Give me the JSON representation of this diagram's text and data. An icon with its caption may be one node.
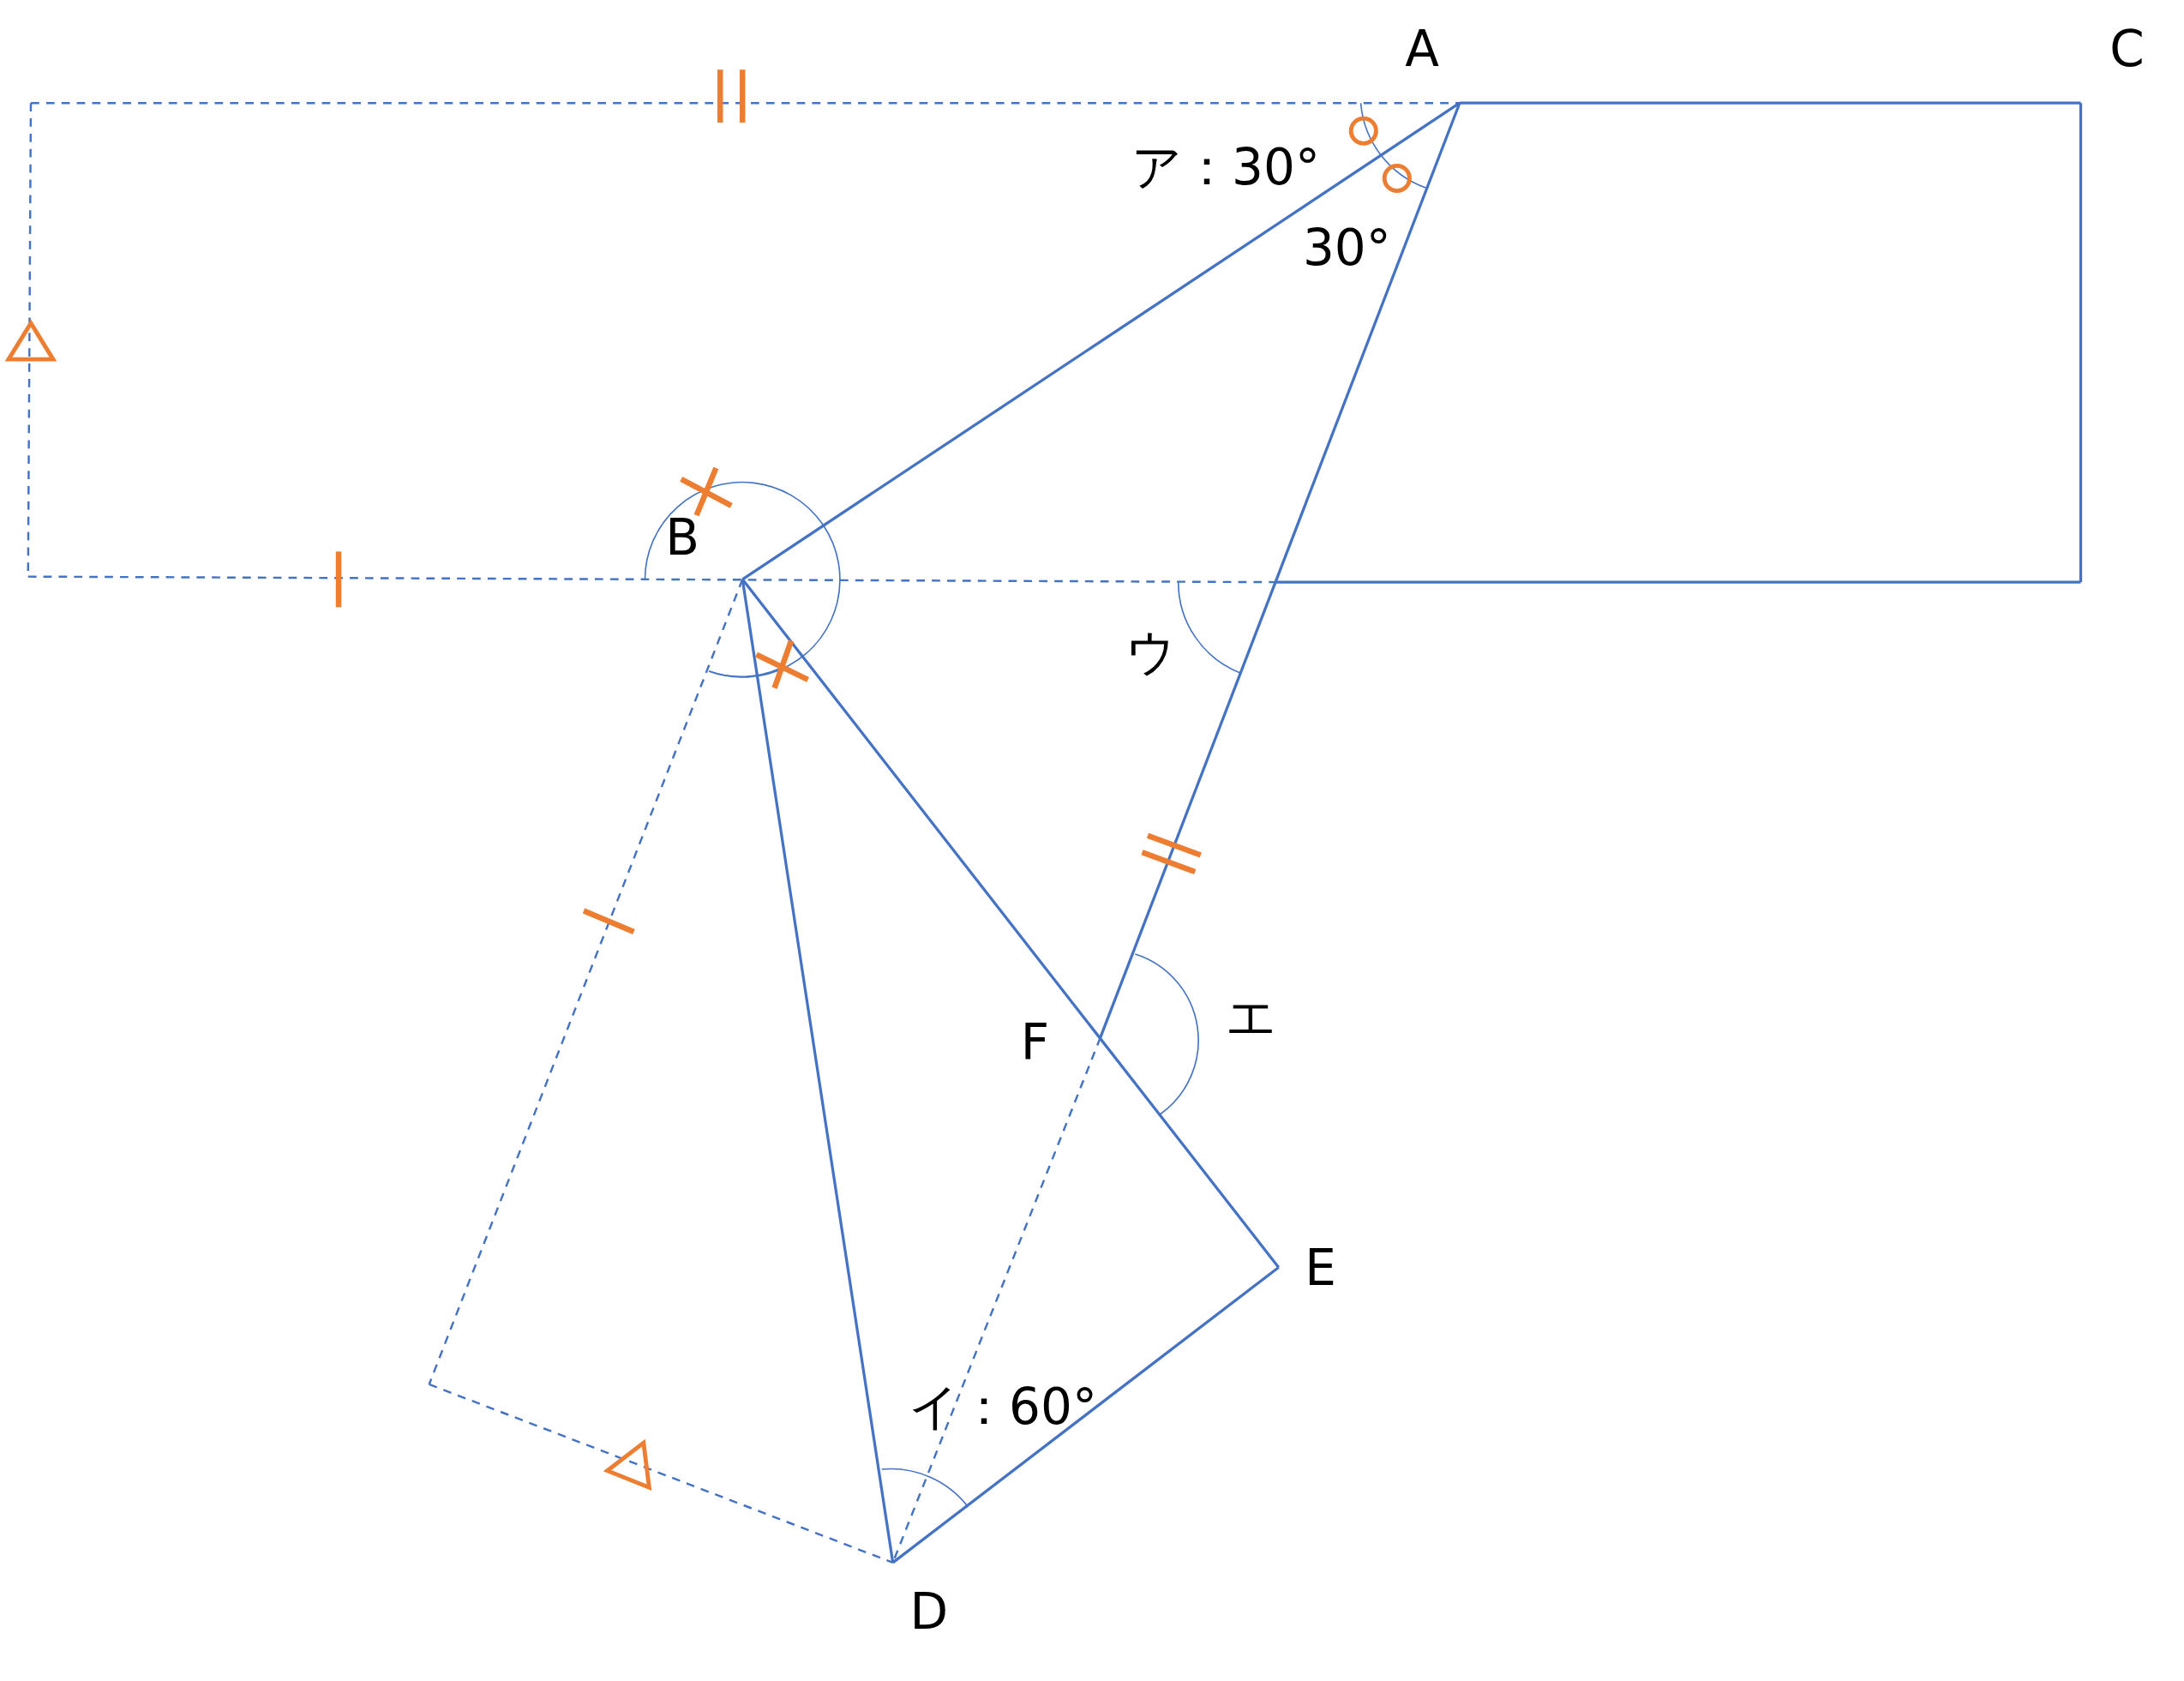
{
  "diagram": {
    "labels": [
      "A",
      "C",
      "ア：30°",
      "30°",
      "B",
      "ウ",
      "エ",
      "F",
      "E",
      "イ：60°",
      "D"
    ]
  }
}
